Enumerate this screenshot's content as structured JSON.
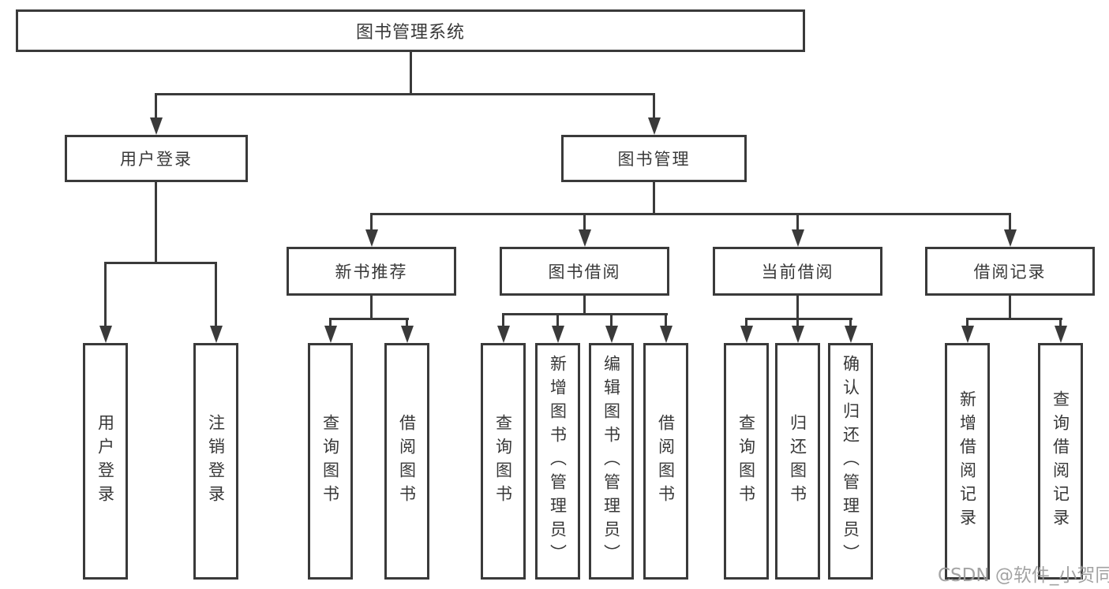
{
  "colors": {
    "line": "#3a3a3a",
    "text": "#383838",
    "bg": "#ffffff",
    "watermark": "#9c9c9c"
  },
  "diagram": {
    "title": "图书管理系统",
    "level2": [
      {
        "label": "用户登录"
      },
      {
        "label": "图书管理"
      }
    ],
    "level3": [
      {
        "label": "新书推荐"
      },
      {
        "label": "图书借阅"
      },
      {
        "label": "当前借阅"
      },
      {
        "label": "借阅记录"
      }
    ],
    "leaves": [
      {
        "label": "用户登录"
      },
      {
        "label": "注销登录"
      },
      {
        "label": "查询图书"
      },
      {
        "label": "借阅图书"
      },
      {
        "label": "查询图书"
      },
      {
        "label": "新增图书（管理员）"
      },
      {
        "label": "编辑图书（管理员）"
      },
      {
        "label": "借阅图书"
      },
      {
        "label": "查询图书"
      },
      {
        "label": "归还图书"
      },
      {
        "label": "确认归还（管理员）"
      },
      {
        "label": "新增借阅记录"
      },
      {
        "label": "查询借阅记录"
      }
    ]
  },
  "watermark": {
    "text": "CSDN @软件_小贺同学"
  }
}
